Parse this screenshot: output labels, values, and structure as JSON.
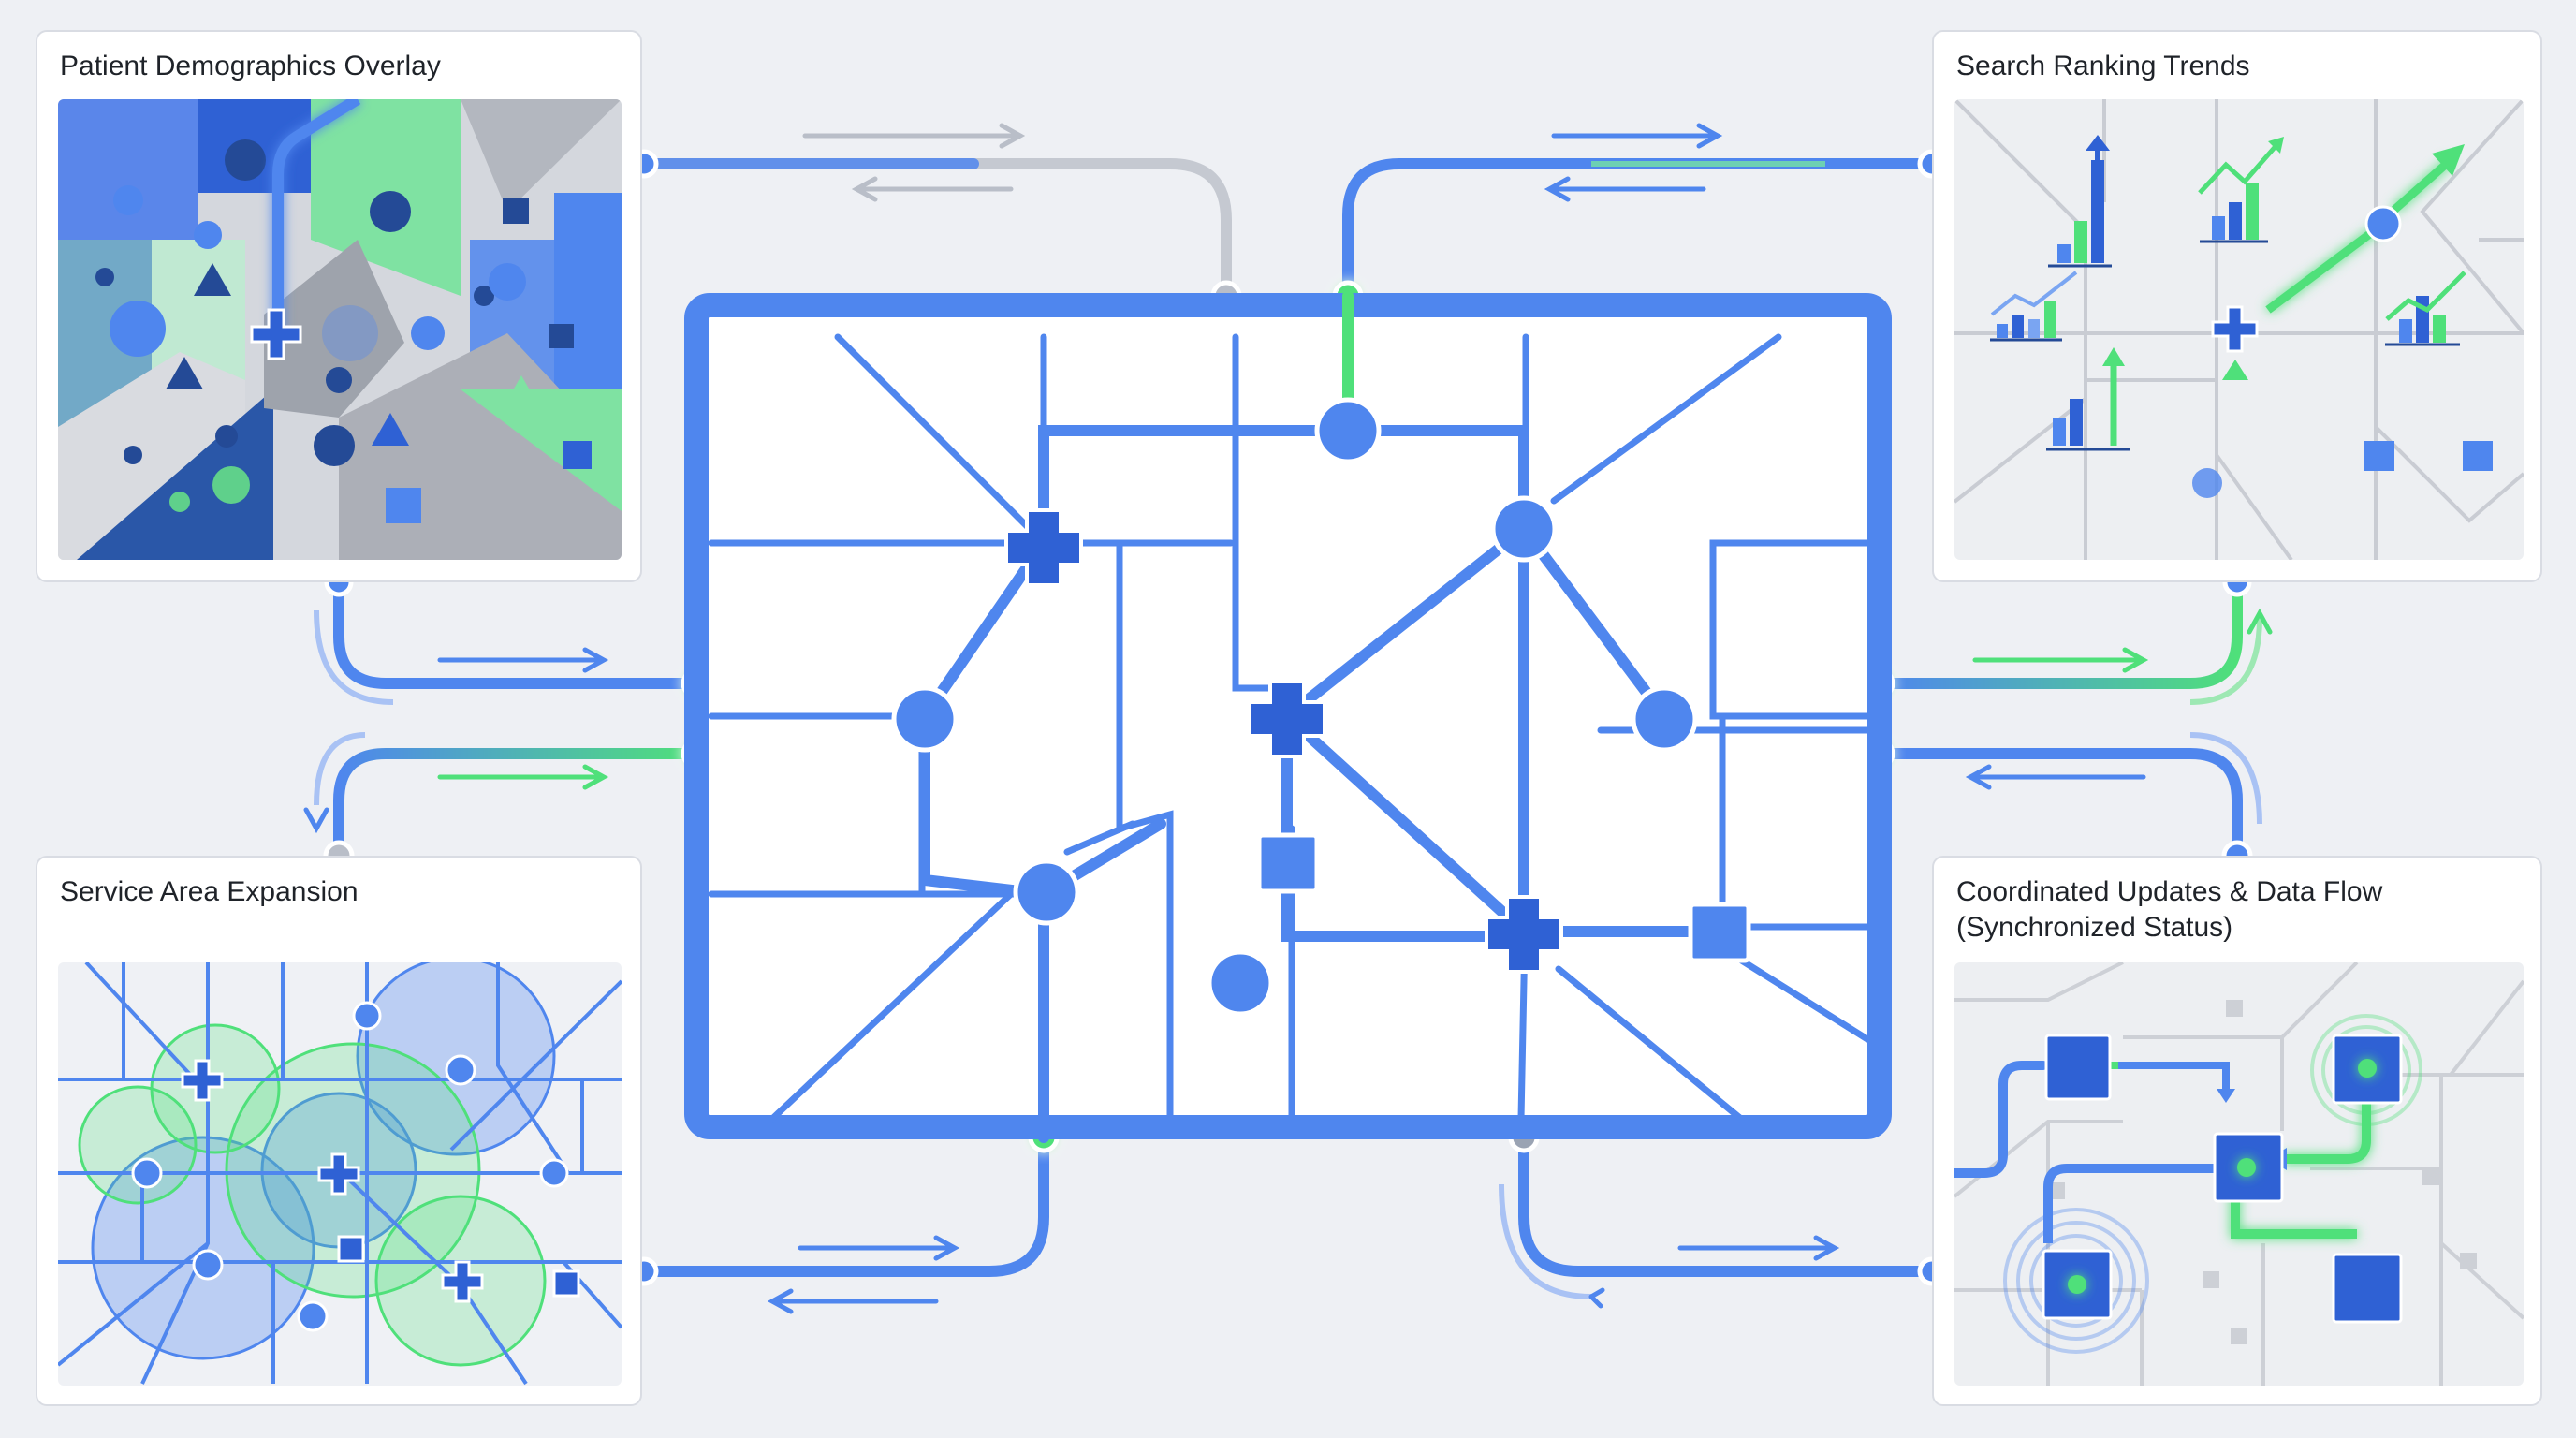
{
  "panels": {
    "demographics": {
      "title": "Patient Demographics Overlay"
    },
    "search": {
      "title": "Search Ranking Trends"
    },
    "service": {
      "title": "Service Area Expansion"
    },
    "updates": {
      "title": "Coordinated Updates & Data Flow\n(Synchronized Status)"
    }
  },
  "colors": {
    "background": "#eef0f4",
    "primary_blue": "#4f86ee",
    "dark_blue": "#2f61d4",
    "navy": "#244a96",
    "green": "#4fe07a",
    "gray": "#b9bec8",
    "panel_border": "#d9dce3"
  },
  "icons": [
    "medical-cross-icon",
    "location-node-icon",
    "square-node-icon",
    "trend-chart-icon",
    "flow-arrow-icon"
  ]
}
